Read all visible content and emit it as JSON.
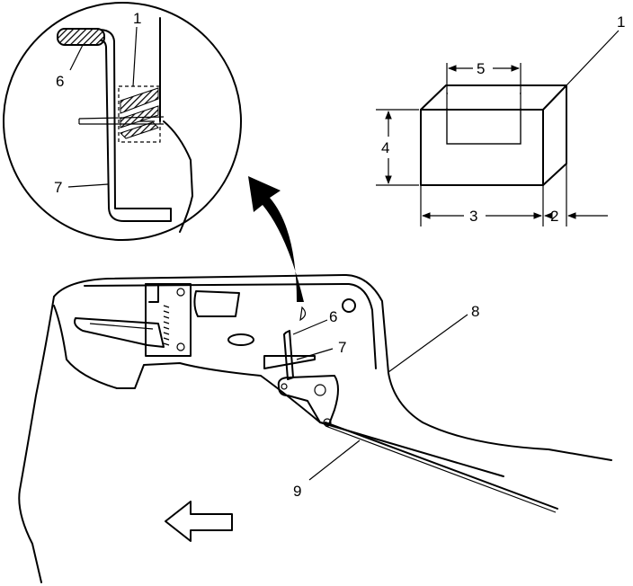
{
  "labels": {
    "detail_1": "1",
    "detail_6": "6",
    "detail_7": "7",
    "box_1": "1",
    "box_2": "2",
    "box_3": "3",
    "box_4": "4",
    "box_5": "5",
    "main_6": "6",
    "main_7": "7",
    "main_8": "8",
    "main_9": "9"
  },
  "colors": {
    "line": "#000000",
    "background": "#ffffff"
  }
}
